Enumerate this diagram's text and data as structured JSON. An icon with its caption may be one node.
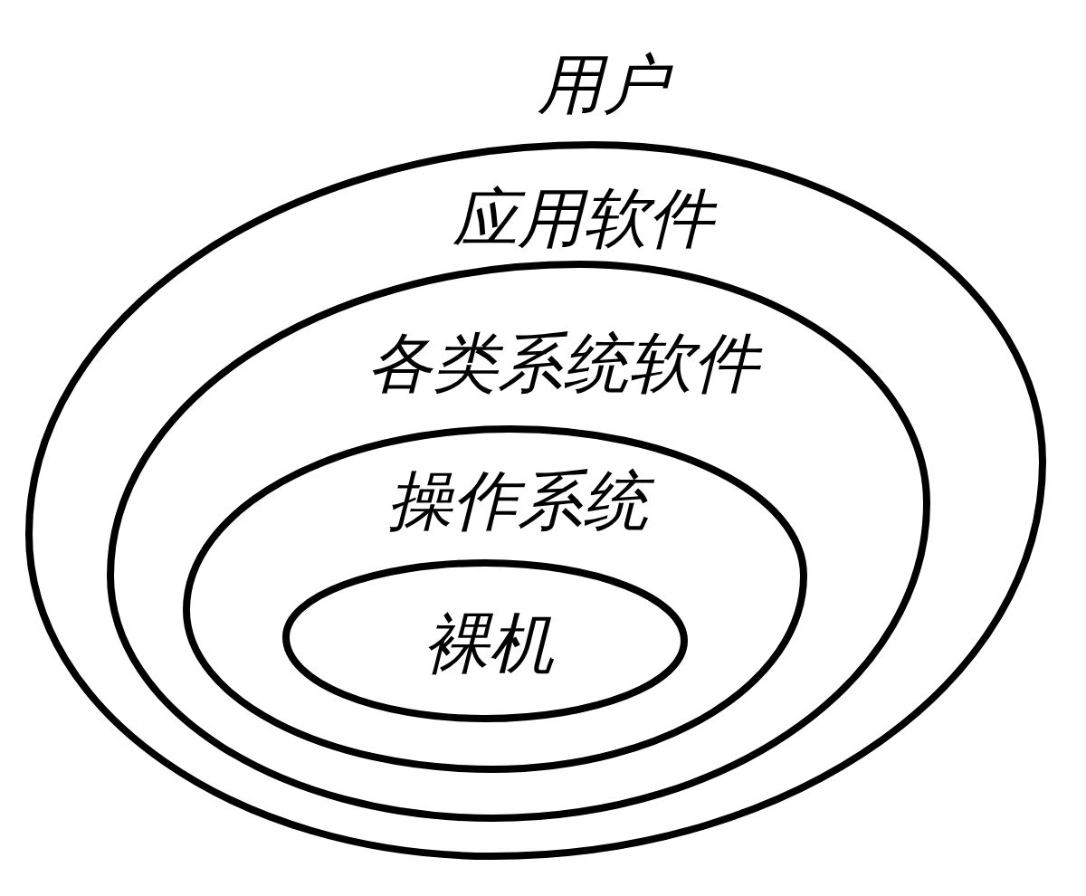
{
  "diagram": {
    "nodes": [
      {
        "text": [
          "应用软件"
        ]
      },
      {
        "text": [
          "各类系统软件"
        ],
        "in": 0
      },
      {
        "text": [
          "操作系统"
        ],
        "in": 1
      },
      {
        "text": [
          "裸机"
        ],
        "in": 2
      }
    ],
    "labels": [
      "用户"
    ]
  }
}
